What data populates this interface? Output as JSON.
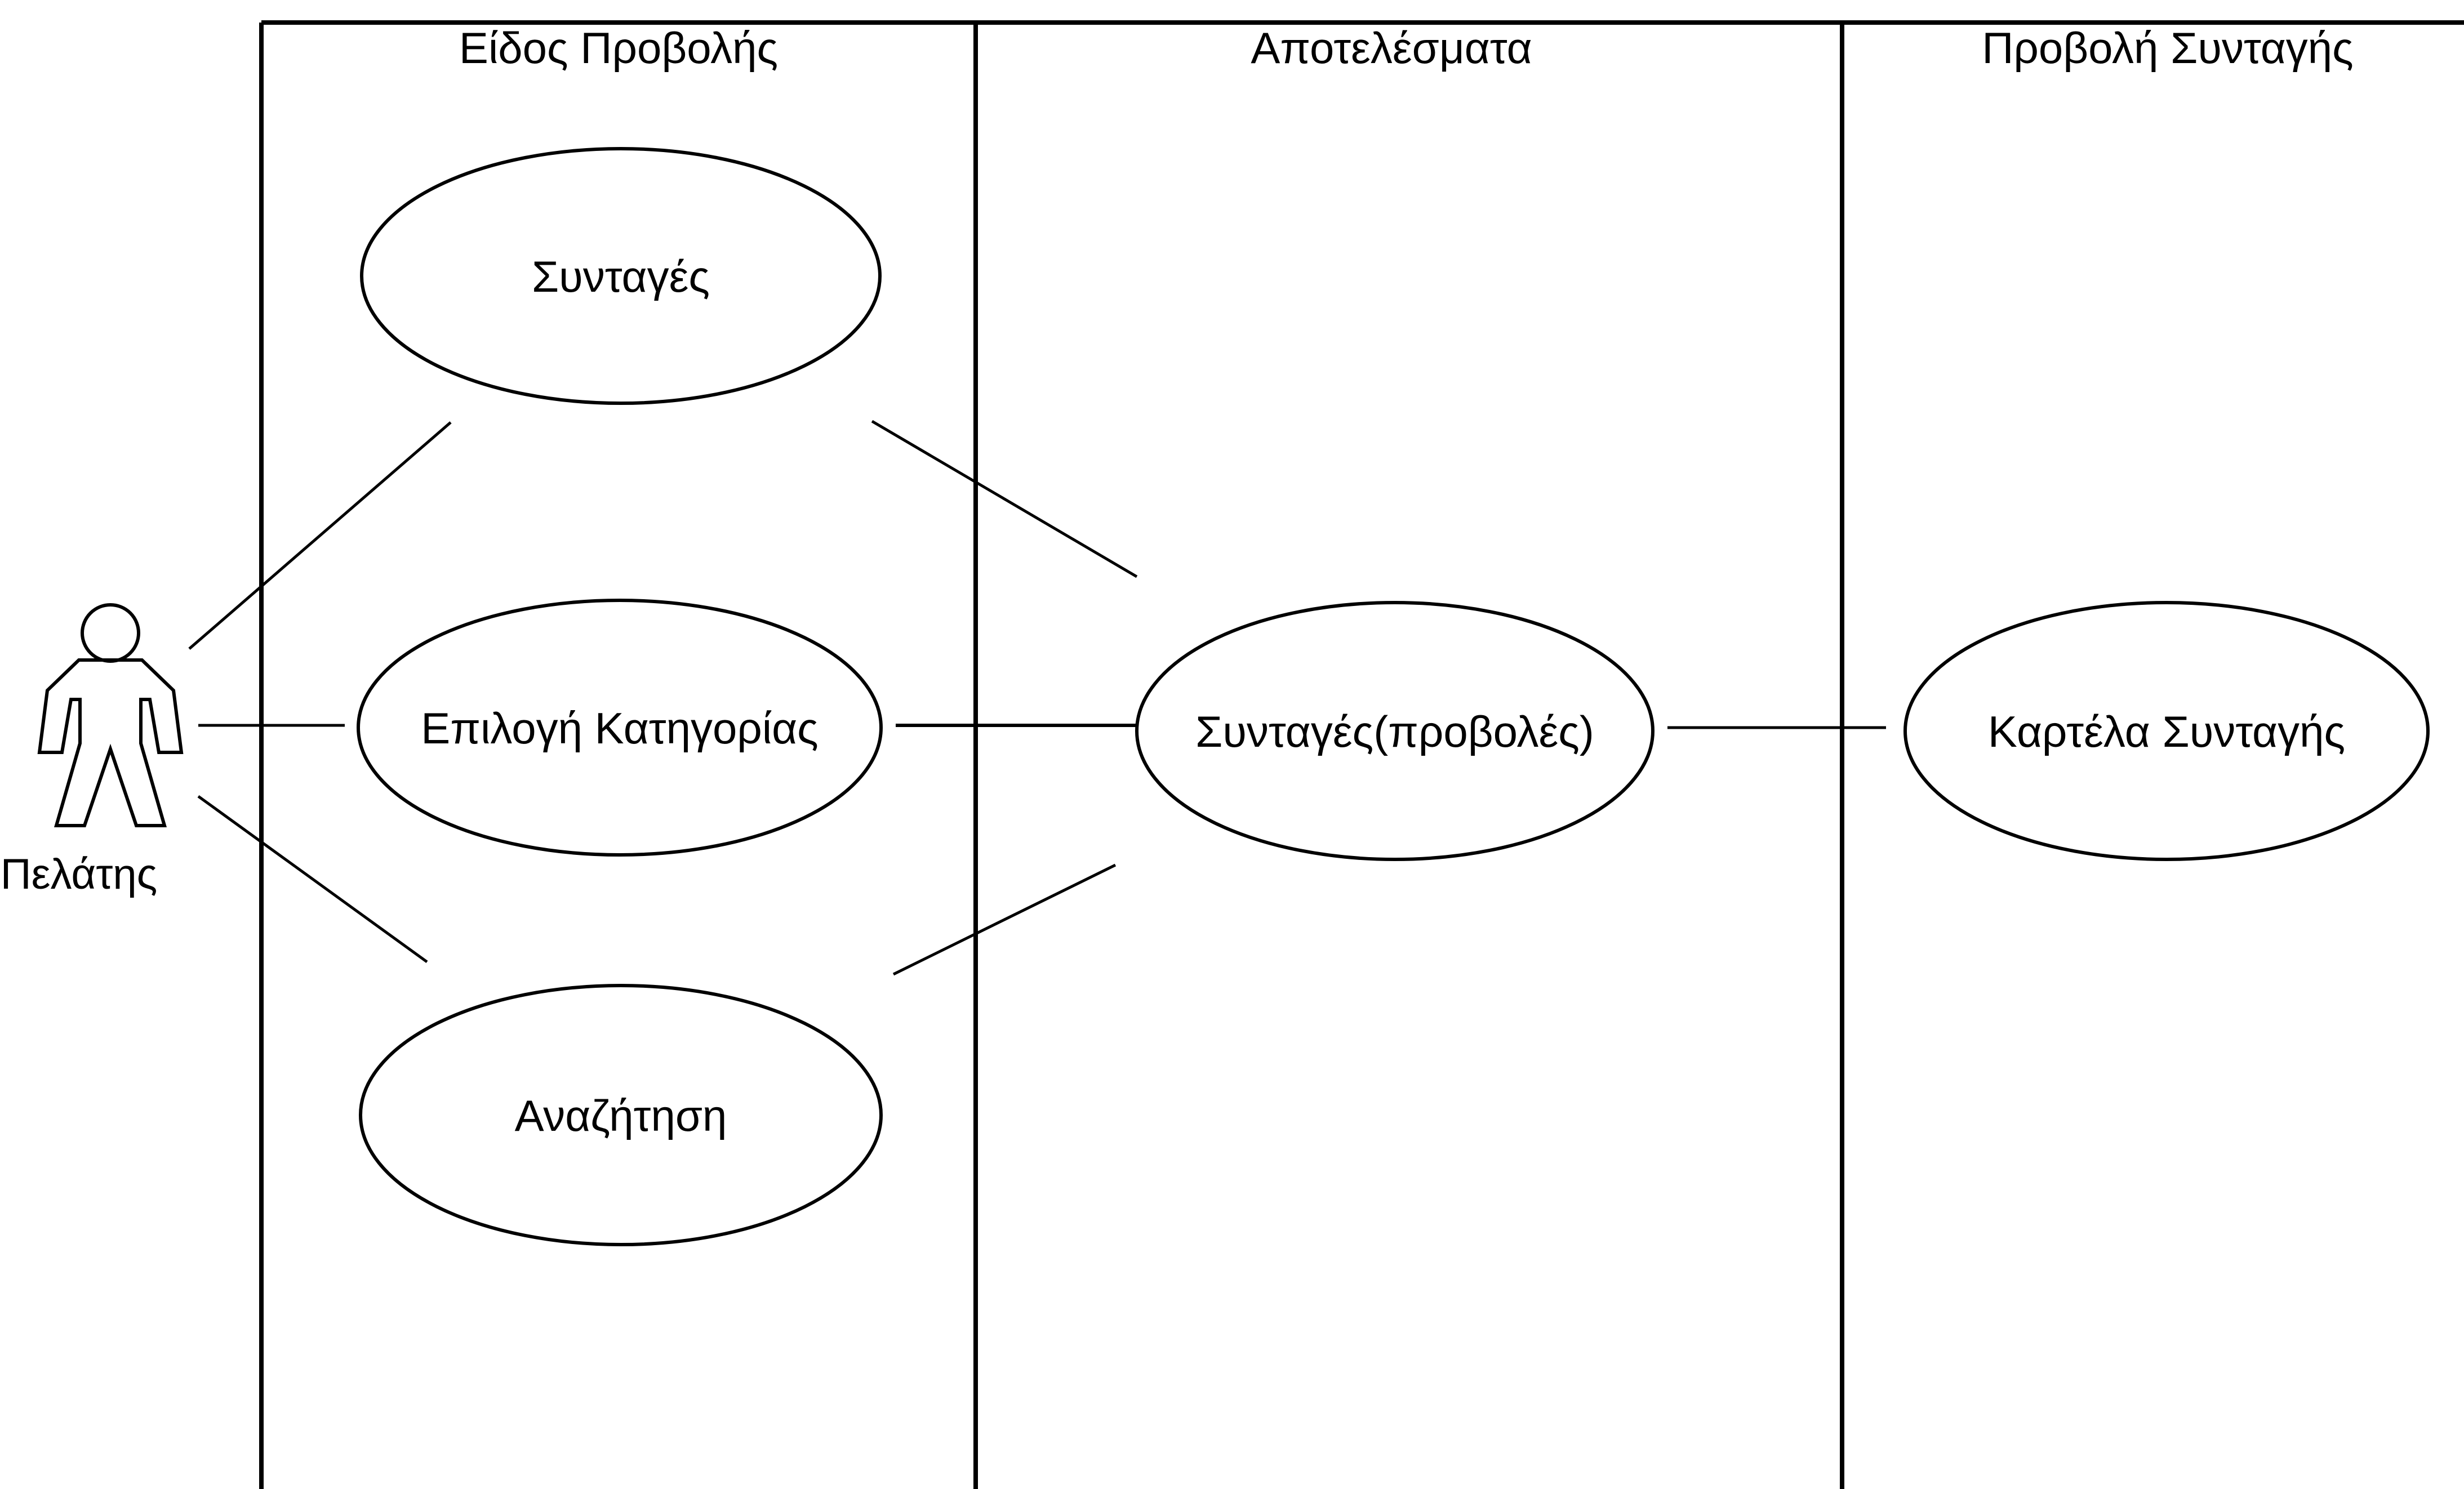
{
  "lanes": [
    {
      "title": "Είδος Προβολής"
    },
    {
      "title": "Αποτελέσματα"
    },
    {
      "title": "Προβολή Συνταγής"
    }
  ],
  "actor": {
    "label": "Πελάτης",
    "icon": "stick-figure-actor-icon"
  },
  "use_cases": {
    "recipes": "Συνταγές",
    "category_selection": "Επιλογή Κατηγορίας",
    "search": "Αναζήτηση",
    "recipe_results": "Συνταγές(προβολές)",
    "recipe_card": "Καρτέλα Συνταγής"
  },
  "colors": {
    "line": "#000000",
    "background": "#ffffff"
  }
}
